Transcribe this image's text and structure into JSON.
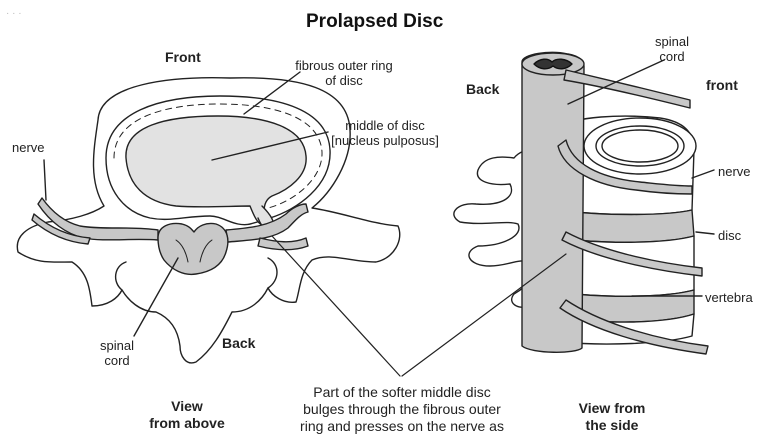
{
  "title": "Prolapsed Disc",
  "top_view": {
    "front": "Front",
    "back": "Back",
    "outer_ring_line1": "fibrous outer ring",
    "outer_ring_line2": "of disc",
    "middle_line1": "middle of disc",
    "middle_line2": "[nucleus pulposus]",
    "nerve": "nerve",
    "spinal_line1": "spinal",
    "spinal_line2": "cord",
    "view_line1": "View",
    "view_line2": "from above"
  },
  "side_view": {
    "spinal_line1": "spinal",
    "spinal_line2": "cord",
    "back": "Back",
    "front": "front",
    "nerve": "nerve",
    "disc": "disc",
    "vertebra": "vertebra",
    "view_line1": "View from",
    "view_line2": "the side"
  },
  "caption": {
    "line1": "Part of the softer middle disc",
    "line2": "bulges through the fibrous outer",
    "line3": "ring and presses on the nerve as"
  },
  "colors": {
    "outline": "#222222",
    "grey_fill": "#c8c8c8",
    "nucleus_fill": "#e2e2e2",
    "white_fill": "#ffffff"
  }
}
